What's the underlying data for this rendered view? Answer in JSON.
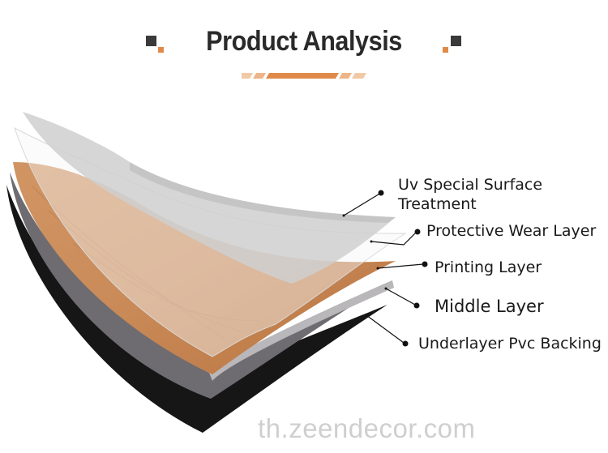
{
  "header": {
    "title": "Product Analysis"
  },
  "layers": [
    {
      "label": "Uv Special Surface\nTreatment"
    },
    {
      "label": "Protective Wear Layer"
    },
    {
      "label": "Printing Layer"
    },
    {
      "label": "Middle Layer"
    },
    {
      "label": "Underlayer Pvc Backing"
    }
  ],
  "watermark": {
    "text": "th.zeendecor.com"
  },
  "colors": {
    "accent": "#e08a4a",
    "dark": "#3a3a3a",
    "wood": "#c9895a",
    "gray_layer": "#6e6c70",
    "black_layer": "#161616"
  }
}
